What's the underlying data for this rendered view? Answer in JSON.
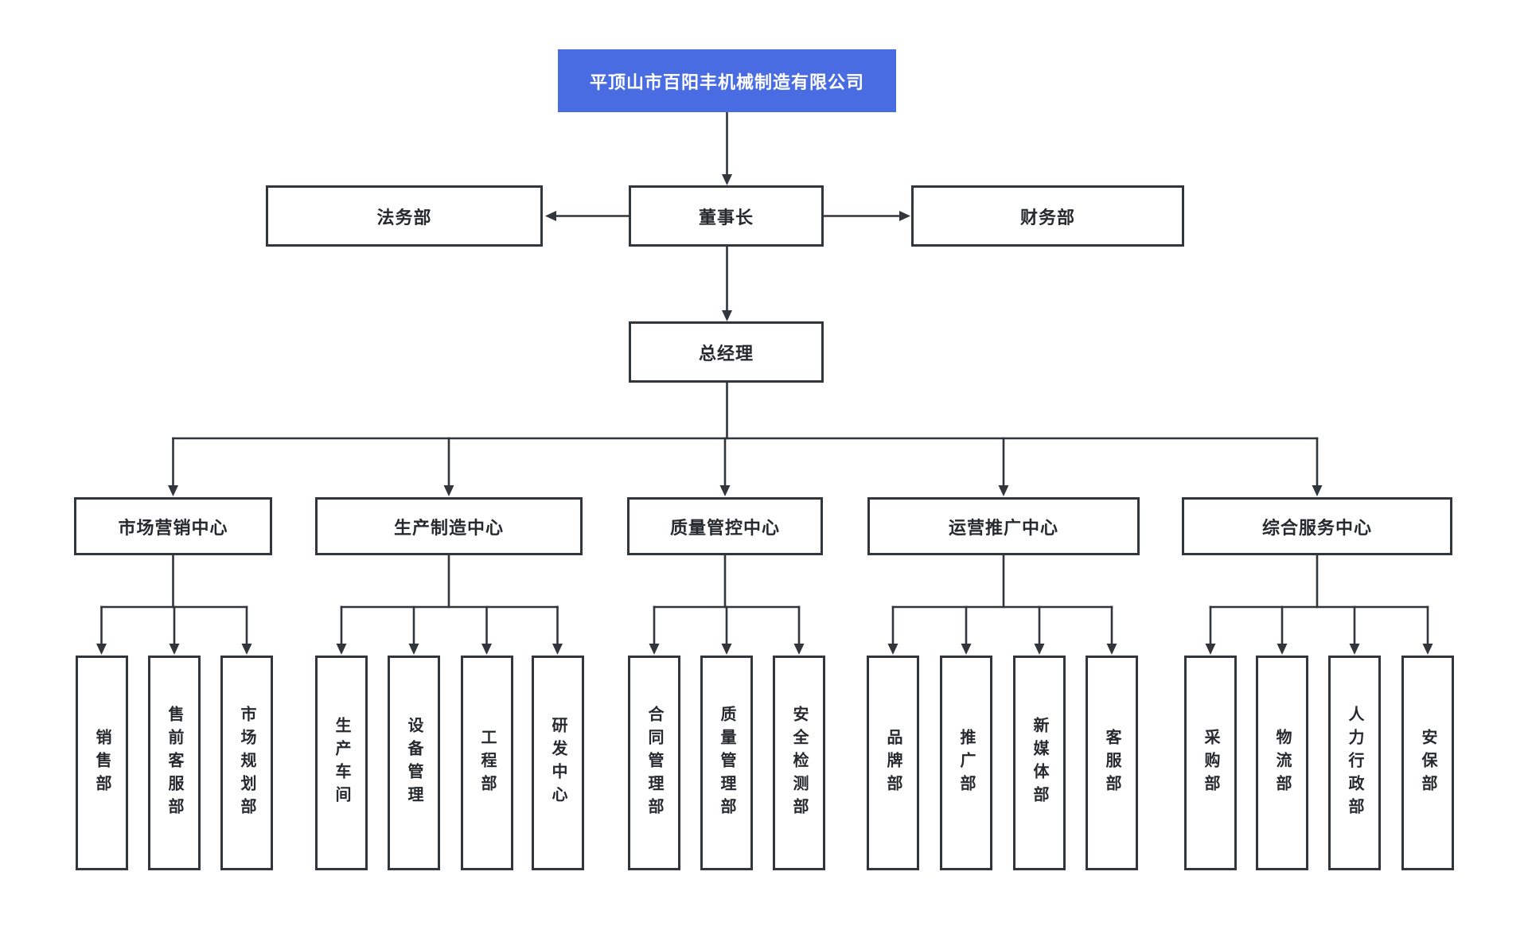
{
  "title": "平顶山市百阳丰机械制造有限公司",
  "colors": {
    "root_background": "#4a6ce2",
    "root_text": "#ffffff",
    "node_background": "#ffffff",
    "node_border": "#31353c",
    "node_text": "#26292e",
    "connector_line": "#31353c"
  },
  "executive": {
    "legal": "法务部",
    "chairman": "董事长",
    "finance": "财务部",
    "general_manager": "总经理"
  },
  "centers": [
    {
      "label": "市场营销中心",
      "departments": [
        "销售部",
        "售前客服部",
        "市场规划部"
      ]
    },
    {
      "label": "生产制造中心",
      "departments": [
        "生产车间",
        "设备管理",
        "工程部",
        "研发中心"
      ]
    },
    {
      "label": "质量管控中心",
      "departments": [
        "合同管理部",
        "质量管理部",
        "安全检测部"
      ]
    },
    {
      "label": "运营推广中心",
      "departments": [
        "品牌部",
        "推广部",
        "新媒体部",
        "客服部"
      ]
    },
    {
      "label": "综合服务中心",
      "departments": [
        "采购部",
        "物流部",
        "人力行政部",
        "安保部"
      ]
    }
  ]
}
